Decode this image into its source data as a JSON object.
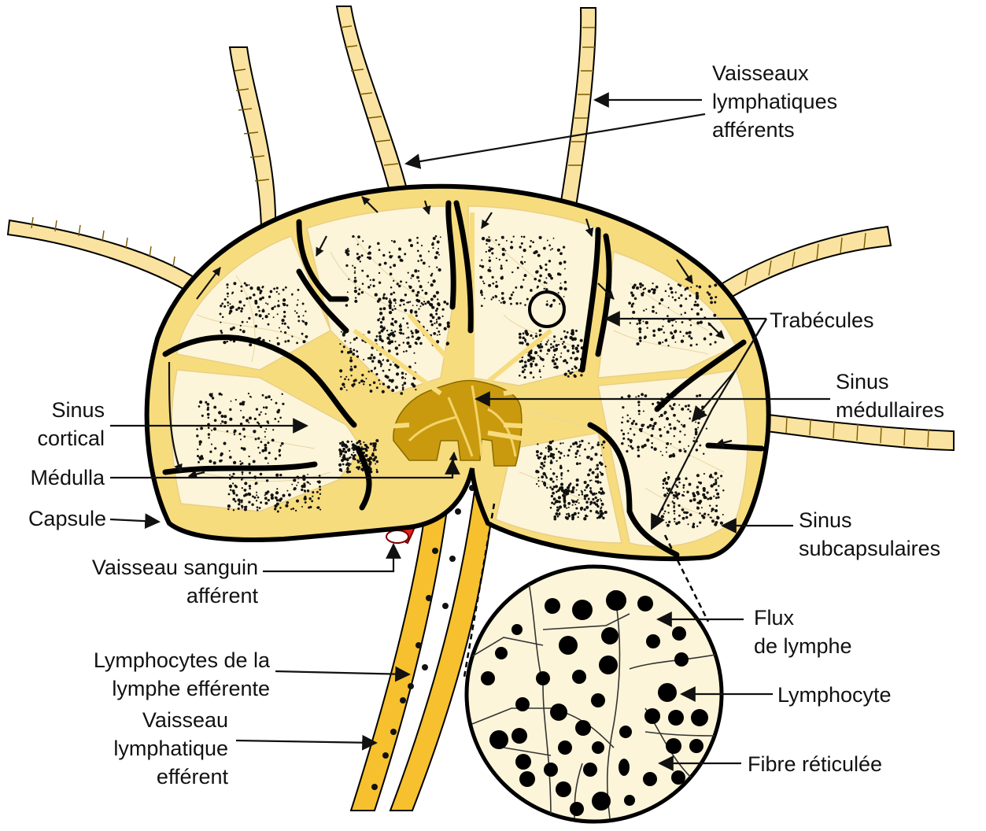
{
  "labels": {
    "afferent_vessels": [
      "Vaisseaux",
      "lymphatiques",
      "afférents"
    ],
    "trabecules": "Trabécules",
    "medullary_sinus": [
      "Sinus",
      "médullaires"
    ],
    "cortical_sinus": [
      "Sinus",
      "cortical"
    ],
    "medulla": "Médulla",
    "capsule": "Capsule",
    "subcapsular_sinus": [
      "Sinus",
      "subcapsulaires"
    ],
    "afferent_blood_vessel": [
      "Vaisseau sanguin",
      "afférent"
    ],
    "efferent_lymphocytes": [
      "Lymphocytes de la",
      "lymphe efférente"
    ],
    "efferent_vessel": [
      "Vaisseau",
      "lymphatique",
      "efférent"
    ],
    "lymph_flow": [
      "Flux",
      "de lymphe"
    ],
    "lymphocyte": "Lymphocyte",
    "reticular_fibre": "Fibre réticulée"
  },
  "colors": {
    "capsule_fill": "#f7dc7e",
    "cortex_fill": "#fdf5d9",
    "medulla_fill": "#c99a0e",
    "efferent_vessel": "#f6c02e",
    "blood_vessel": "#e8201e",
    "afferent_vessel": "#fae3a0",
    "outline": "#000000"
  }
}
